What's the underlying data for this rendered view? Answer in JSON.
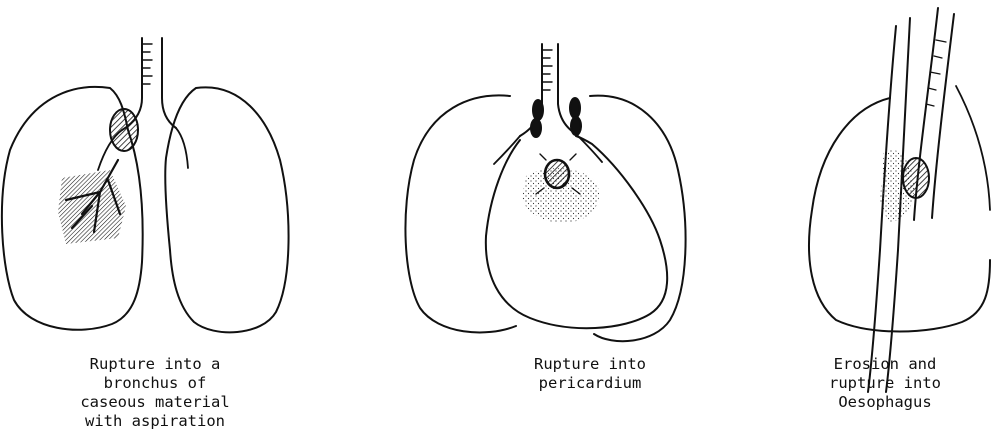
{
  "panels": [
    {
      "id": "bronchus",
      "caption_lines": [
        "Rupture into a",
        "bronchus of",
        "caseous material",
        "with aspiration"
      ]
    },
    {
      "id": "pericardium",
      "caption_lines": [
        "Rupture into",
        "pericardium"
      ]
    },
    {
      "id": "oesophagus",
      "caption_lines": [
        "Erosion and",
        "rupture into",
        "Oesophagus"
      ]
    }
  ],
  "colors": {
    "ink": "#111111",
    "background": "#ffffff"
  }
}
